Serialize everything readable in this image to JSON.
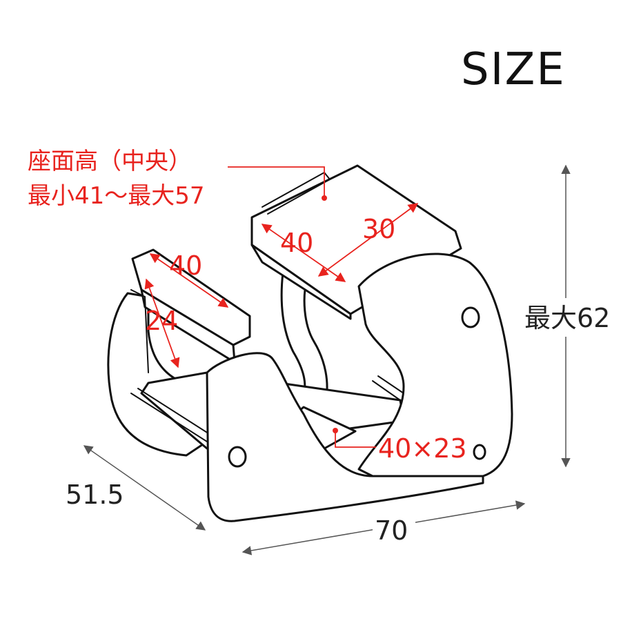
{
  "title": "SIZE",
  "seat_height": {
    "line1": "座面高（中央）",
    "line2": "最小41～最大57"
  },
  "dimensions": {
    "seat_depth": "40",
    "seat_width": "30",
    "knee_pad_width": "40",
    "knee_pad_depth": "24",
    "foot_plate": "40×23",
    "overall_height": "最大62",
    "overall_depth": "51.5",
    "overall_width": "70"
  },
  "colors": {
    "annotation": "#e8231e",
    "outline": "#111111",
    "dimension_line": "#555555"
  }
}
